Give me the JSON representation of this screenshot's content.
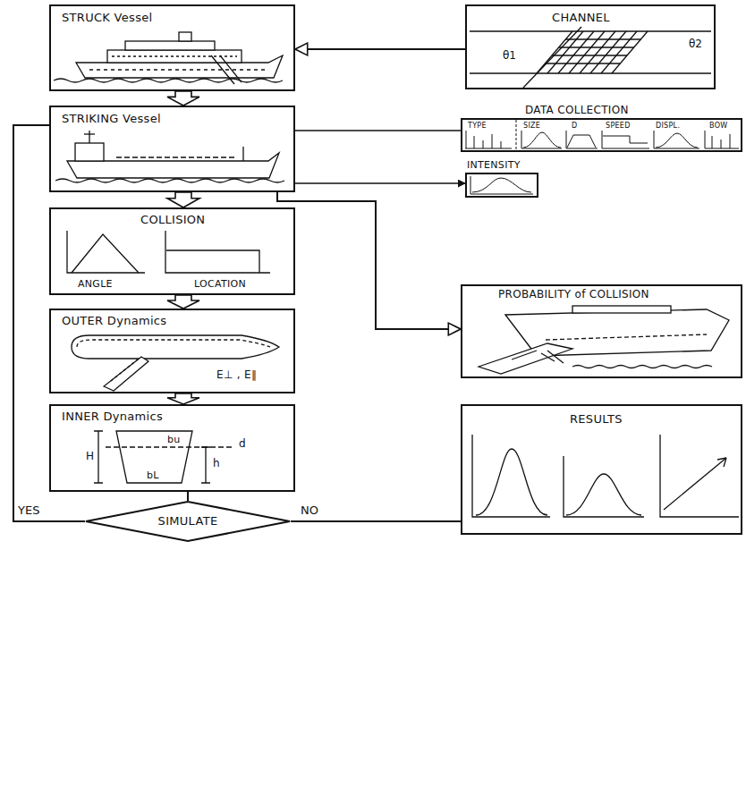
{
  "diagram": {
    "nodes": [
      {
        "text": [
          "STRUCK Vessel"
        ]
      },
      {
        "text": [
          "CHANNEL"
        ]
      },
      {
        "text": [
          "STRIKING Vessel"
        ]
      },
      {
        "text": [
          "DATA COLLECTION",
          "TYPE",
          "SIZE",
          "D",
          "SPEED",
          "DISPL.",
          "BOW"
        ]
      },
      {
        "text": [
          "INTENSITY"
        ]
      },
      {
        "text": [
          "COLLISION",
          "ANGLE",
          "LOCATION"
        ]
      },
      {
        "text": [
          "PROBABILITY of COLLISION"
        ]
      },
      {
        "text": [
          "OUTER Dynamics",
          "E⊥ , E∥"
        ]
      },
      {
        "text": [
          "INNER Dynamics",
          "bu",
          "bL",
          "H",
          "h",
          "d"
        ]
      },
      {
        "text": [
          "SIMULATE"
        ]
      },
      {
        "text": [
          "RESULTS"
        ]
      }
    ],
    "edges": [
      {
        "from": 1,
        "to": 0,
        "arrow": "to"
      },
      {
        "from": 0,
        "to": 2,
        "arrow": "to"
      },
      {
        "from": 2,
        "to": 3,
        "arrow": "none"
      },
      {
        "from": 2,
        "to": 4,
        "arrow": "to"
      },
      {
        "from": 2,
        "to": 6,
        "arrow": "to"
      },
      {
        "from": 2,
        "to": 5,
        "arrow": "to"
      },
      {
        "from": 5,
        "to": 7,
        "arrow": "to"
      },
      {
        "from": 7,
        "to": 8,
        "arrow": "to"
      },
      {
        "from": 8,
        "to": 9,
        "arrow": "none"
      },
      {
        "from": 9,
        "to": 2,
        "label": "YES",
        "arrow": "none"
      },
      {
        "from": 9,
        "to": 10,
        "label": "NO",
        "arrow": "none"
      }
    ],
    "labels": [
      "θ2",
      "θ1"
    ]
  }
}
